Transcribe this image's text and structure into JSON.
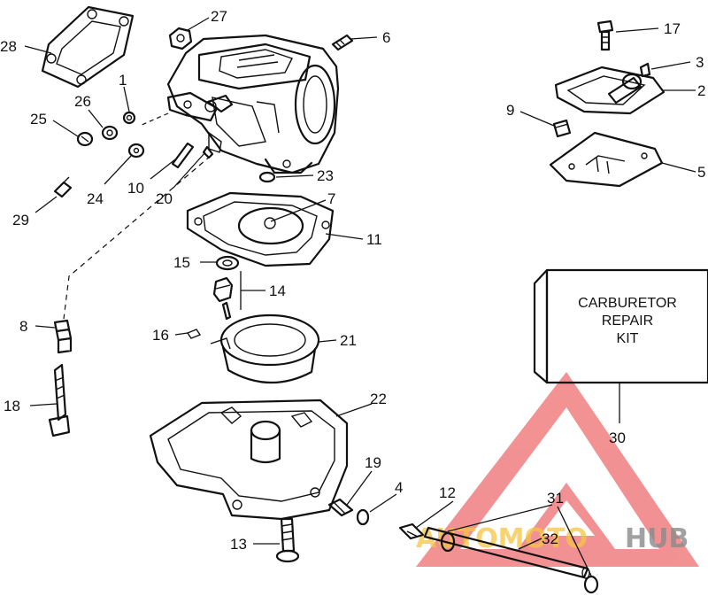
{
  "labels": {
    "p1": "1",
    "p2": "2",
    "p3": "3",
    "p4": "4",
    "p5": "5",
    "p6": "6",
    "p7": "7",
    "p8": "8",
    "p9": "9",
    "p10": "10",
    "p11": "11",
    "p12": "12",
    "p13": "13",
    "p14": "14",
    "p15": "15",
    "p16": "16",
    "p17": "17",
    "p18": "18",
    "p19": "19",
    "p20": "20",
    "p21": "21",
    "p22": "22",
    "p23": "23",
    "p24": "24",
    "p25": "25",
    "p26": "26",
    "p27": "27",
    "p28": "28",
    "p29": "29",
    "p30": "30",
    "p31": "31",
    "p32": "32"
  },
  "kit_box": {
    "line1": "CARBURETOR",
    "line2": "REPAIR",
    "line3": "KIT"
  },
  "watermark": {
    "left": "AUTOMOTO",
    "right": "HUB"
  },
  "colors": {
    "line": "#111111",
    "watermark_red": "#e8383b",
    "watermark_yellow": "#f5c542",
    "watermark_gray": "#8a8a8a"
  }
}
